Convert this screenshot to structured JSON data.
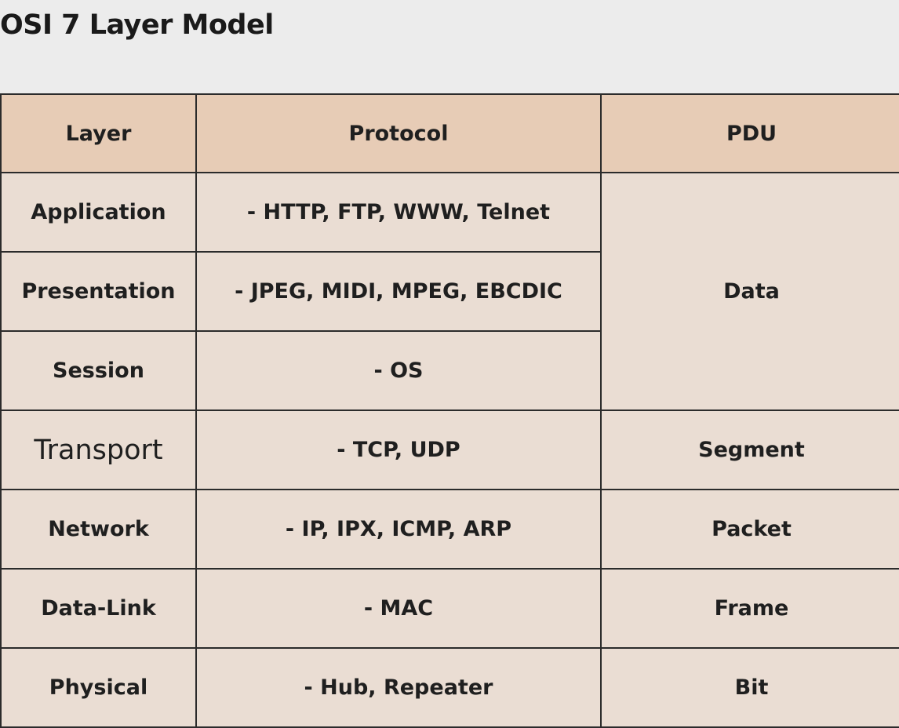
{
  "title": "OSI 7 Layer Model",
  "table": {
    "headers": {
      "layer": "Layer",
      "protocol": "Protocol",
      "pdu": "PDU"
    },
    "rows": [
      {
        "layer": "Application",
        "protocol": "- HTTP, FTP, WWW, Telnet"
      },
      {
        "layer": "Presentation",
        "protocol": "- JPEG, MIDI, MPEG, EBCDIC"
      },
      {
        "layer": "Session",
        "protocol": "- OS"
      },
      {
        "layer": "Transport",
        "protocol": "- TCP, UDP",
        "pdu": "Segment"
      },
      {
        "layer": "Network",
        "protocol": "- IP, IPX, ICMP, ARP",
        "pdu": "Packet"
      },
      {
        "layer": "Data-Link",
        "protocol": "- MAC",
        "pdu": "Frame"
      },
      {
        "layer": "Physical",
        "protocol": "-  Hub, Repeater",
        "pdu": "Bit"
      }
    ],
    "merged_pdu": "Data"
  },
  "colors": {
    "header_bg": "#e7ccb6",
    "cell_bg": "#eaddd3",
    "page_bg": "#ececec",
    "border": "#2b2b2b"
  }
}
